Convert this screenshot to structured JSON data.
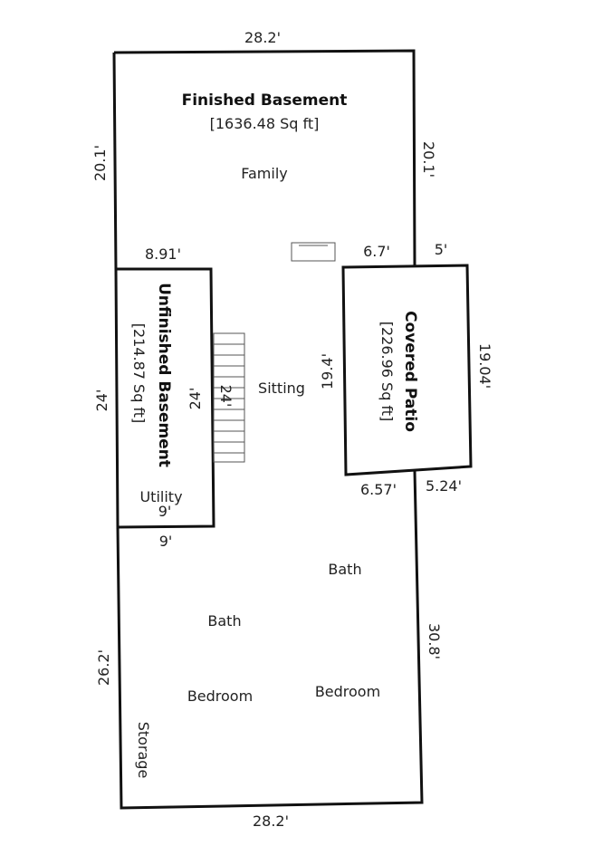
{
  "finished_basement": {
    "title": "Finished Basement",
    "area": "[1636.48 Sq ft]",
    "rooms": {
      "family": "Family",
      "sitting": "Sitting",
      "bath_right": "Bath",
      "bath_left": "Bath",
      "bedroom_left": "Bedroom",
      "bedroom_right": "Bedroom",
      "storage": "Storage"
    }
  },
  "unfinished_basement": {
    "title": "Unfinished Basement",
    "area": "[214.87 Sq ft]",
    "room": "Utility"
  },
  "covered_patio": {
    "title": "Covered Patio",
    "area": "[226.96 Sq ft]"
  },
  "dimensions": {
    "top": "28.2'",
    "bottom": "28.2'",
    "left_upper": "20.1'",
    "right_upper": "20.1'",
    "unfinished_top": "8.91'",
    "notch_top": "6.7'",
    "patio_top": "5'",
    "unfinished_left": "24'",
    "unfinished_right": "24'",
    "stairs": "24'",
    "patio_left": "19.4'",
    "patio_right": "19.04'",
    "patio_bottom_left": "6.57'",
    "patio_bottom_right": "5.24'",
    "unfinished_bottom_inner": "9'",
    "unfinished_bottom": "9'",
    "left_lower": "26.2'",
    "right_lower": "30.8'"
  },
  "colors": {
    "wall": "#111111",
    "text": "#222222"
  }
}
